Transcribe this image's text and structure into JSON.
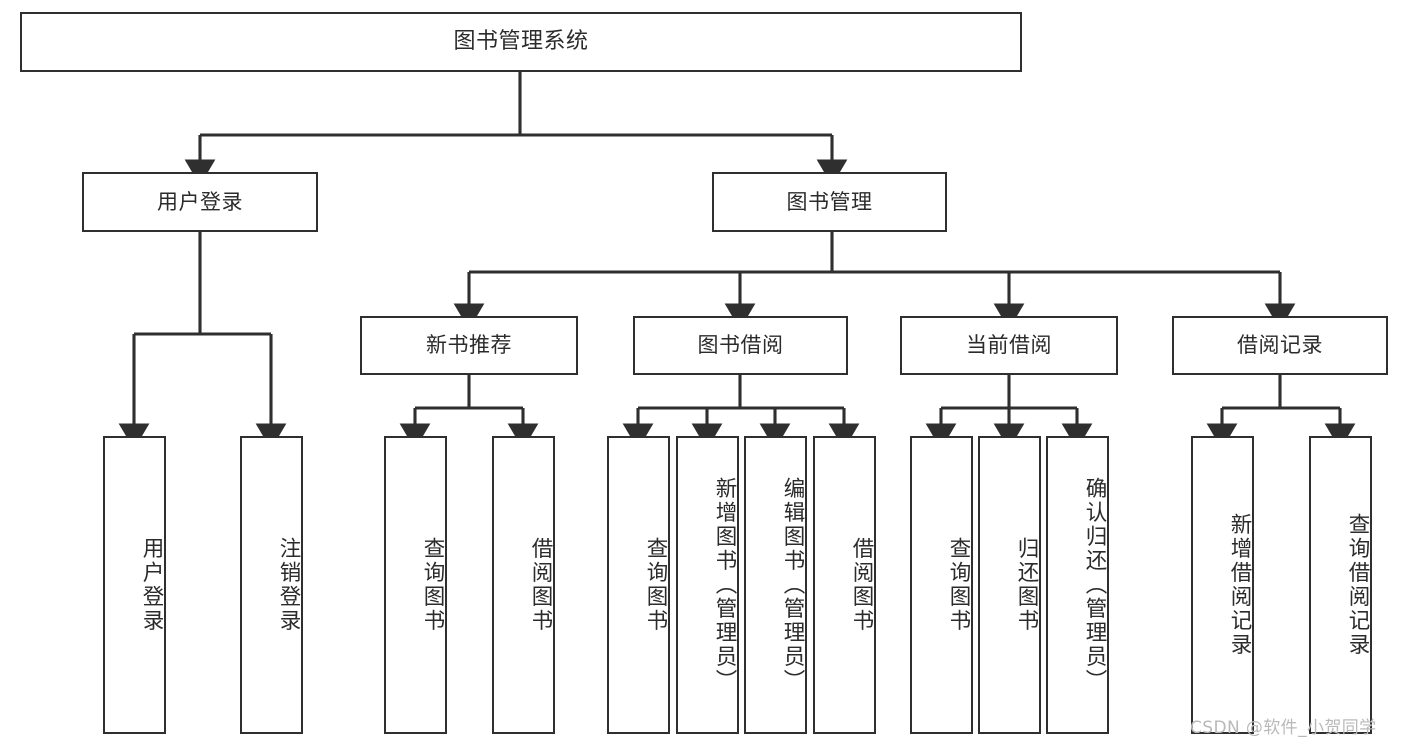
{
  "diagram": {
    "title": "图书管理系统",
    "type": "tree-structure-chart",
    "line_color": "#2f2f2f",
    "box_fill": "#ffffff",
    "text_color": "#2b2b2b",
    "watermark": "CSDN @软件_小贺同学",
    "watermark_color": "#b9b9b9"
  },
  "root": {
    "label": "图书管理系统"
  },
  "level2": [
    {
      "label": "用户登录"
    },
    {
      "label": "图书管理"
    }
  ],
  "level3": [
    {
      "label": "新书推荐"
    },
    {
      "label": "图书借阅"
    },
    {
      "label": "当前借阅"
    },
    {
      "label": "借阅记录"
    }
  ],
  "leaves": {
    "user_login": [
      {
        "label": "用户登录"
      },
      {
        "label": "注销登录"
      }
    ],
    "new_book_recommend": [
      {
        "label": "查询图书"
      },
      {
        "label": "借阅图书"
      }
    ],
    "book_borrow": [
      {
        "label": "查询图书"
      },
      {
        "label": "新增图书（管理员）"
      },
      {
        "label": "编辑图书（管理员）"
      },
      {
        "label": "借阅图书"
      }
    ],
    "current_borrow": [
      {
        "label": "查询图书"
      },
      {
        "label": "归还图书"
      },
      {
        "label": "确认归还（管理员）"
      }
    ],
    "borrow_record": [
      {
        "label": "新增借阅记录"
      },
      {
        "label": "查询借阅记录"
      }
    ]
  }
}
